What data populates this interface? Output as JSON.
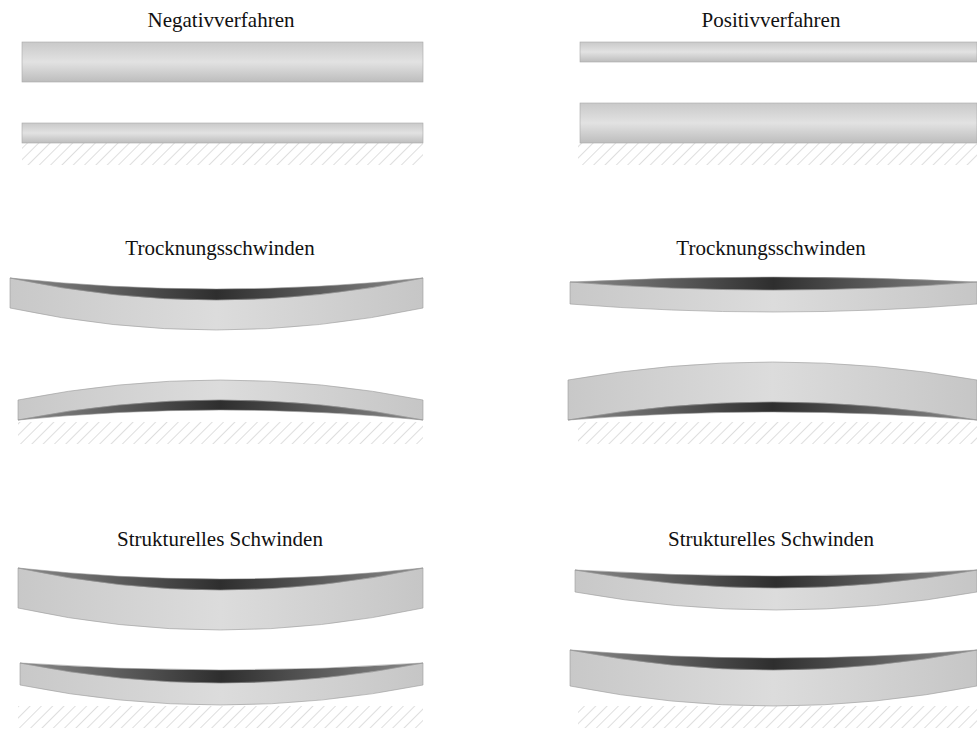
{
  "diagram": {
    "labels": [
      "Negativverfahren",
      "Positivverfahren",
      "Trocknungsschwinden",
      "Trocknungsschwinden",
      "Strukturelles Schwinden",
      "Strukturelles Schwinden"
    ]
  }
}
